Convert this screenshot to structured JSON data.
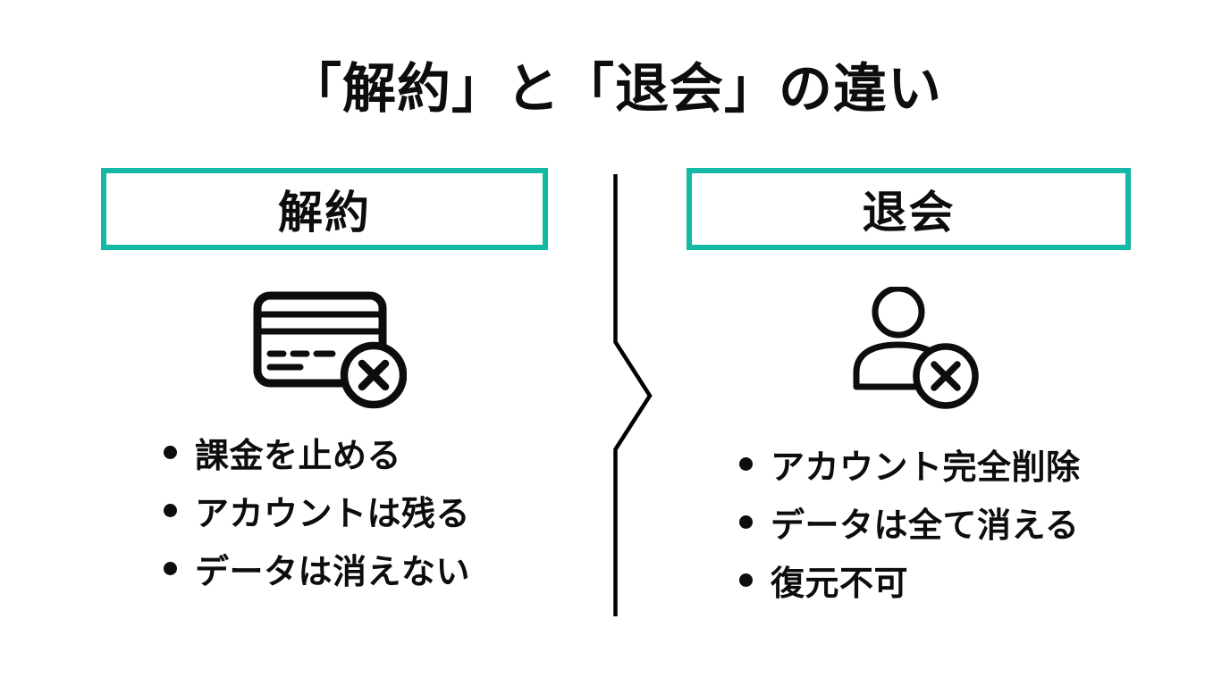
{
  "page": {
    "title": "「解約」と「退会」の違い",
    "accent_color": "#14b8a6",
    "text_color": "#0d0d0d",
    "background_color": "#ffffff"
  },
  "left_panel": {
    "header": "解約",
    "icon": "credit-card-cancel-icon",
    "bullets": {
      "0": "課金を止める",
      "1": "アカウントは残る",
      "2": "データは消えない"
    }
  },
  "right_panel": {
    "header": "退会",
    "icon": "user-delete-icon",
    "bullets": {
      "0": "アカウント完全削除",
      "1": "データは全て消える",
      "2": "復元不可"
    }
  },
  "divider": {
    "style": "vertical-line-with-right-chevron"
  }
}
